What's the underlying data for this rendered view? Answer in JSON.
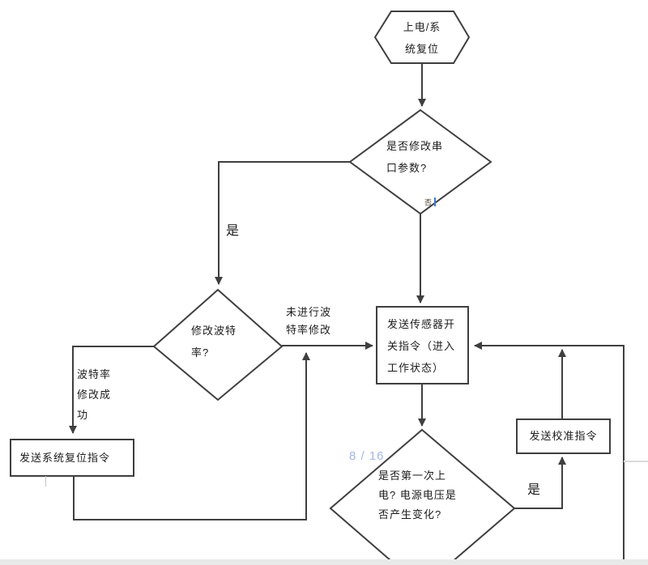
{
  "page": {
    "background_color": "#ffffff",
    "bottom_strip_color": "#e8eaea",
    "watermark": {
      "text": "8 / 16",
      "color": "#a3b8e4"
    },
    "caret_color": "#3a7bd5"
  },
  "flowchart": {
    "stroke_color": "#3f3f3f",
    "nodes": {
      "start": {
        "type": "hexagon",
        "lines": [
          "上电/系",
          "统复位"
        ]
      },
      "decision_serial": {
        "type": "diamond",
        "lines": [
          "是否修改串",
          "口参数?"
        ]
      },
      "decision_baud": {
        "type": "diamond",
        "lines": [
          "修改波特",
          "率?"
        ]
      },
      "send_sensor_cmd": {
        "type": "rect",
        "lines": [
          "发送传感器开",
          "关指令（进入",
          "工作状态）"
        ]
      },
      "send_reset_cmd": {
        "type": "rect",
        "lines": [
          "发送系统复位指令"
        ]
      },
      "decision_first_power": {
        "type": "diamond",
        "lines": [
          "是否第一次上",
          "电? 电源电压是",
          "否产生变化?"
        ]
      },
      "send_calibration_cmd": {
        "type": "rect",
        "lines": [
          "发送校准指令"
        ]
      }
    },
    "edge_labels": {
      "serial_yes": "是",
      "no_baud_change": [
        "未进行波",
        "特率修改"
      ],
      "baud_success": [
        "波特率",
        "修改成",
        "功"
      ],
      "calibration_yes": "是",
      "tiny_mark": "否"
    }
  }
}
